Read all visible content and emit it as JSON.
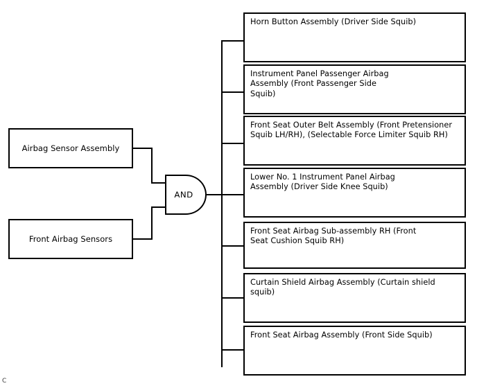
{
  "diagram": {
    "type": "fault-tree",
    "corner_label": "C",
    "gate": {
      "label": "AND",
      "kind": "and-gate"
    },
    "inputs": [
      {
        "label": "Airbag Sensor Assembly"
      },
      {
        "label": "Front Airbag Sensors"
      }
    ],
    "outputs": [
      {
        "label": "Horn Button Assembly (Driver Side Squib)"
      },
      {
        "label": "Instrument Panel Passenger Airbag\nAssembly (Front Passenger Side\nSquib)"
      },
      {
        "label": "Front Seat Outer Belt Assembly (Front Pretensioner\nSquib LH/RH), (Selectable Force Limiter Squib RH)"
      },
      {
        "label": "Lower No. 1 Instrument Panel Airbag\nAssembly (Driver Side Knee Squib)"
      },
      {
        "label": "Front Seat Airbag Sub-assembly RH (Front\nSeat Cushion Squib RH)"
      },
      {
        "label": "Curtain Shield Airbag Assembly (Curtain shield\nsquib)"
      },
      {
        "label": "Front Seat Airbag Assembly (Front Side Squib)"
      }
    ],
    "colors": {
      "stroke": "#000000",
      "background": "#ffffff",
      "text": "#000000"
    }
  }
}
